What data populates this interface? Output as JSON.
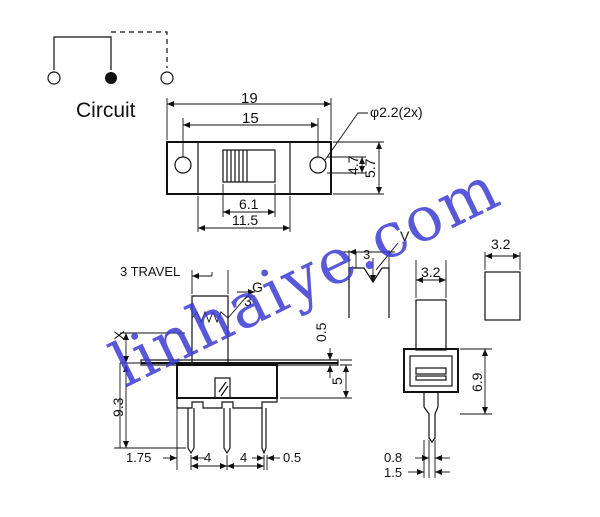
{
  "circuit": {
    "label": "Circuit"
  },
  "top_view": {
    "length": "19",
    "hole_pitch": "15",
    "hole_note": "φ2.2(2x)",
    "height_inner": "4.7",
    "height_outer": "5.7",
    "slot_width": "6.1",
    "body_width": "11.5"
  },
  "front_view": {
    "travel": "3 TRAVEL",
    "g": "G",
    "g_value": "3",
    "x": "X",
    "plate": "0.5",
    "body_height": "5",
    "total_height": "9.3",
    "edge": "1.75",
    "pitch_1": "4",
    "pitch_2": "4",
    "pin_thickness": "0.5"
  },
  "actuator_detail": {
    "depth": "3",
    "v": "V"
  },
  "side_view": {
    "actuator_width": "3.2",
    "height": "6.9",
    "pin_width": "0.8",
    "pin_span": "1.5"
  },
  "actuator_alt": {
    "width": "3.2"
  },
  "watermark": {
    "text": "linhaiye.com",
    "color": "#3b3bd4"
  }
}
